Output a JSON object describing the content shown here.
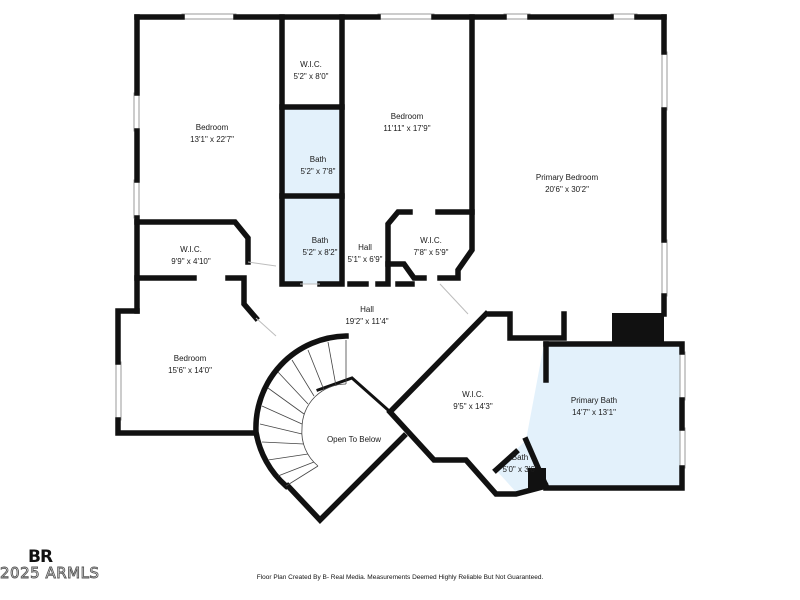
{
  "colors": {
    "wall": "#111111",
    "bath_fill": "#e3f1fb",
    "background": "#ffffff"
  },
  "rooms": [
    {
      "name": "Bedroom",
      "dims": "13'1\" x 22'7\""
    },
    {
      "name": "W.I.C.",
      "dims": "5'2\" x 8'0\""
    },
    {
      "name": "Bedroom",
      "dims": "11'11\" x 17'9\""
    },
    {
      "name": "Primary Bedroom",
      "dims": "20'6\" x 30'2\""
    },
    {
      "name": "Bath",
      "dims": "5'2\" x 7'8\""
    },
    {
      "name": "Bath",
      "dims": "5'2\" x 8'2\""
    },
    {
      "name": "Hall",
      "dims": "5'1\" x 6'9\""
    },
    {
      "name": "W.I.C.",
      "dims": "7'8\" x 5'9\""
    },
    {
      "name": "W.I.C.",
      "dims": "9'9\" x 4'10\""
    },
    {
      "name": "Hall",
      "dims": "19'2\" x 11'4\""
    },
    {
      "name": "Bedroom",
      "dims": "15'6\" x 14'0\""
    },
    {
      "name": "W.I.C.",
      "dims": "9'5\" x 14'3\""
    },
    {
      "name": "Primary Bath",
      "dims": "14'7\" x 13'1\""
    },
    {
      "name": "Bath",
      "dims": "5'0\" x 3'6\""
    }
  ],
  "open_label": "Open To Below",
  "footer": "Floor Plan Created By B- Real Media. Measurements Deemed Highly Reliable But Not Guaranteed.",
  "logo_text": "BR",
  "watermark": "2025 ARMLS"
}
